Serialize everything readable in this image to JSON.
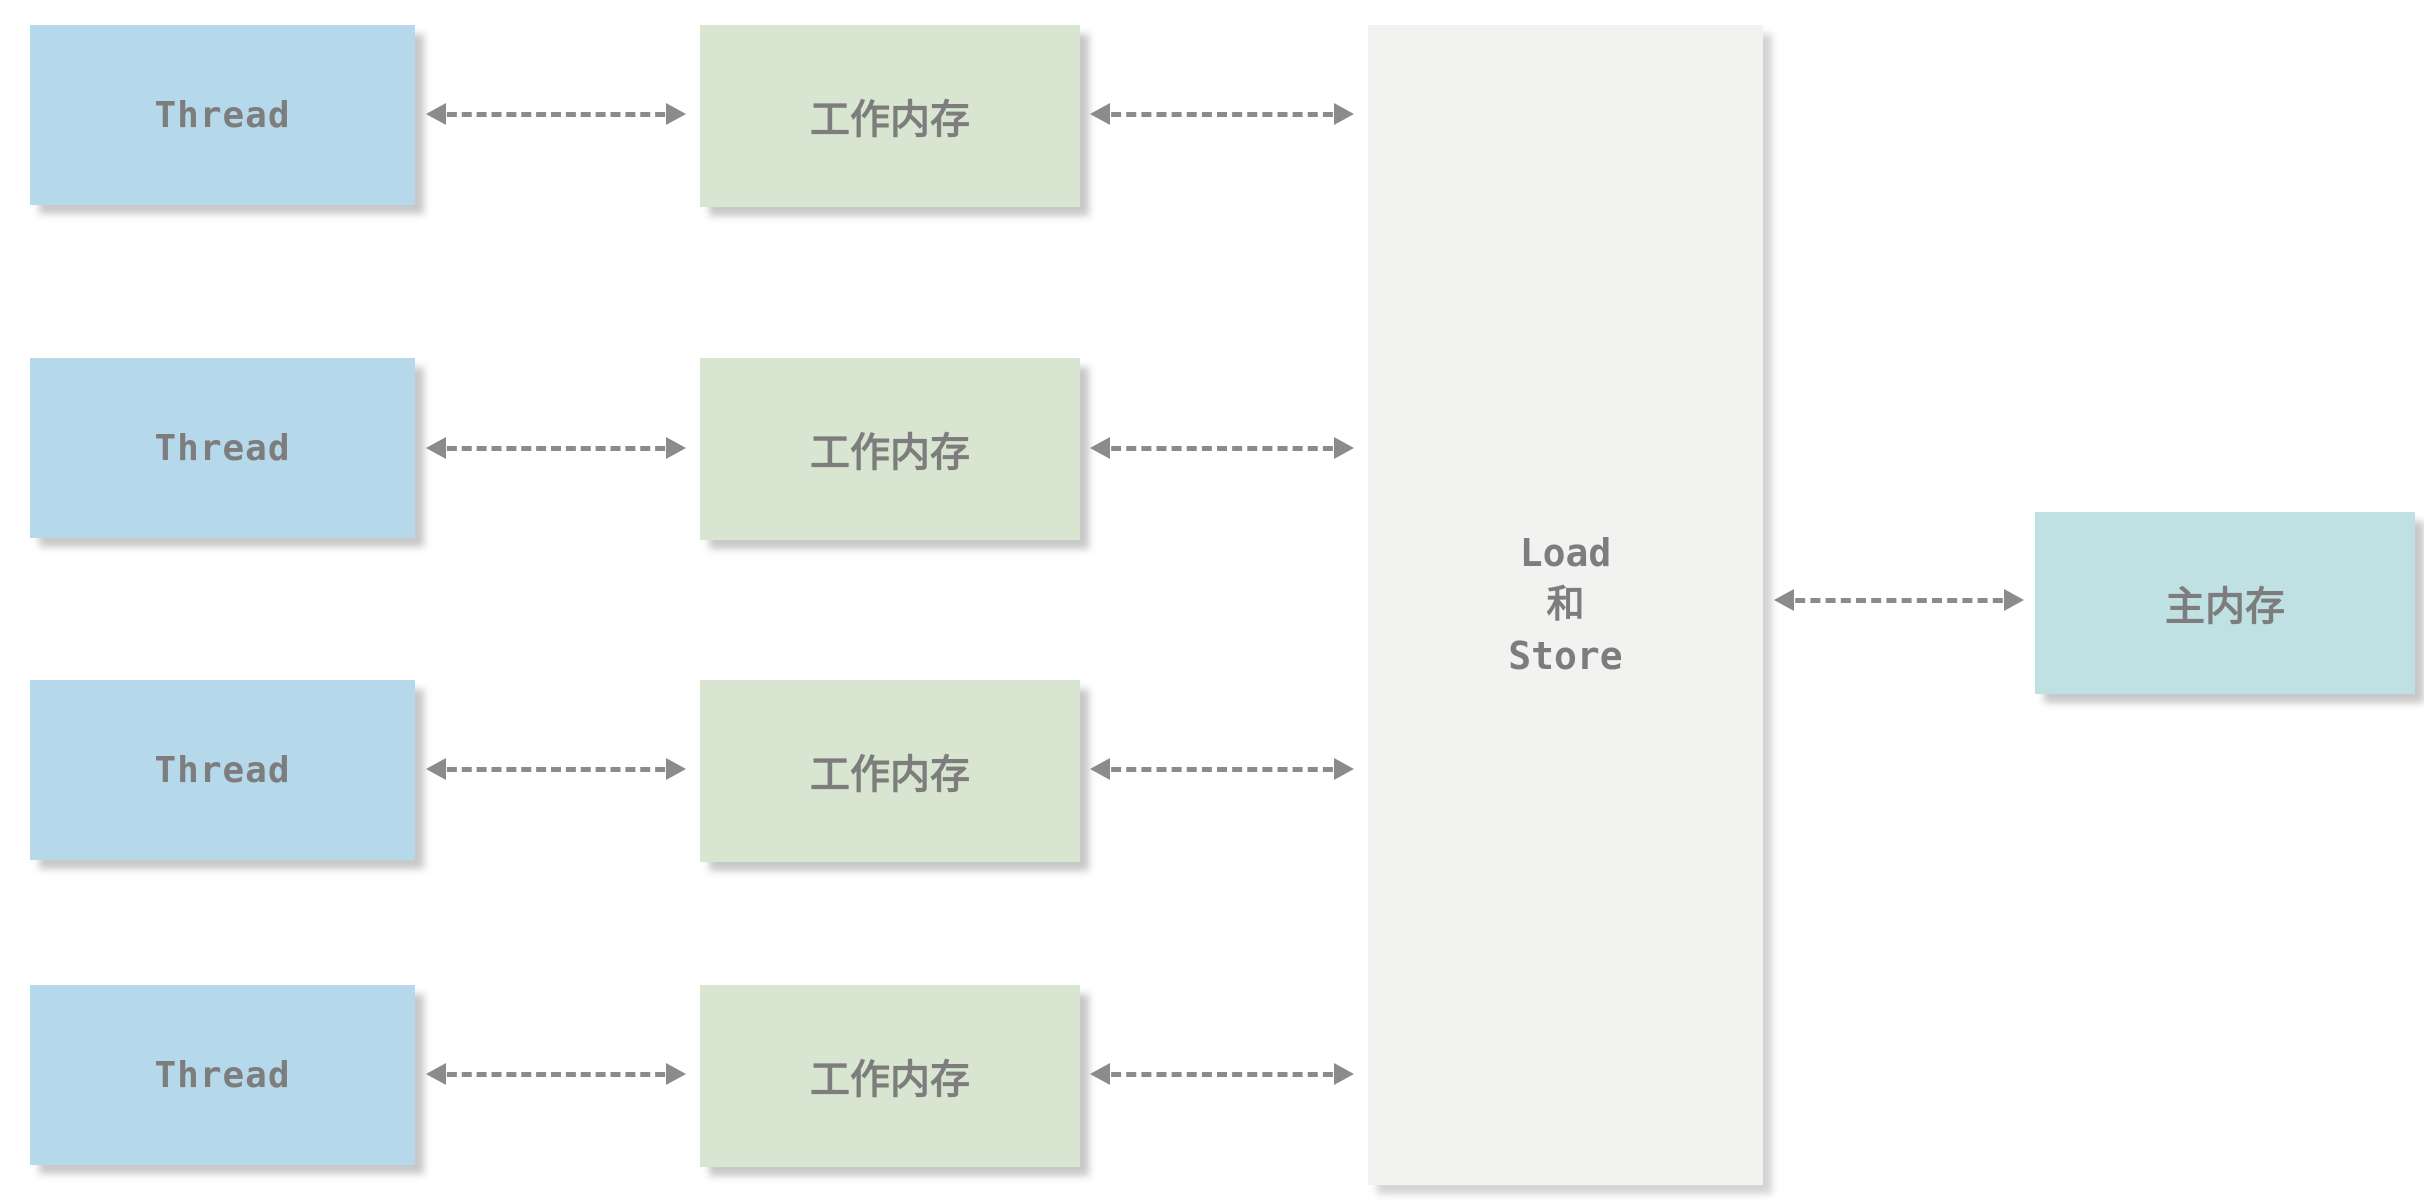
{
  "diagram": {
    "title": "JMM thread working-memory / main-memory diagram",
    "threads": [
      {
        "label": "Thread"
      },
      {
        "label": "Thread"
      },
      {
        "label": "Thread"
      },
      {
        "label": "Thread"
      }
    ],
    "working_memory": [
      {
        "label": "工作内存"
      },
      {
        "label": "工作内存"
      },
      {
        "label": "工作内存"
      },
      {
        "label": "工作内存"
      }
    ],
    "load_store": {
      "line1": "Load",
      "line2": "和",
      "line3": "Store"
    },
    "main_memory": {
      "label": "主内存"
    },
    "colors": {
      "thread_box": "#b5d8eb",
      "working_memory_box": "#d8e6d1",
      "load_store_box": "#f2f2f1",
      "main_memory_box": "#bfe1e4",
      "arrow": "#8b8b8b",
      "text": "#7d7d7d",
      "background": "#ffffff"
    }
  }
}
